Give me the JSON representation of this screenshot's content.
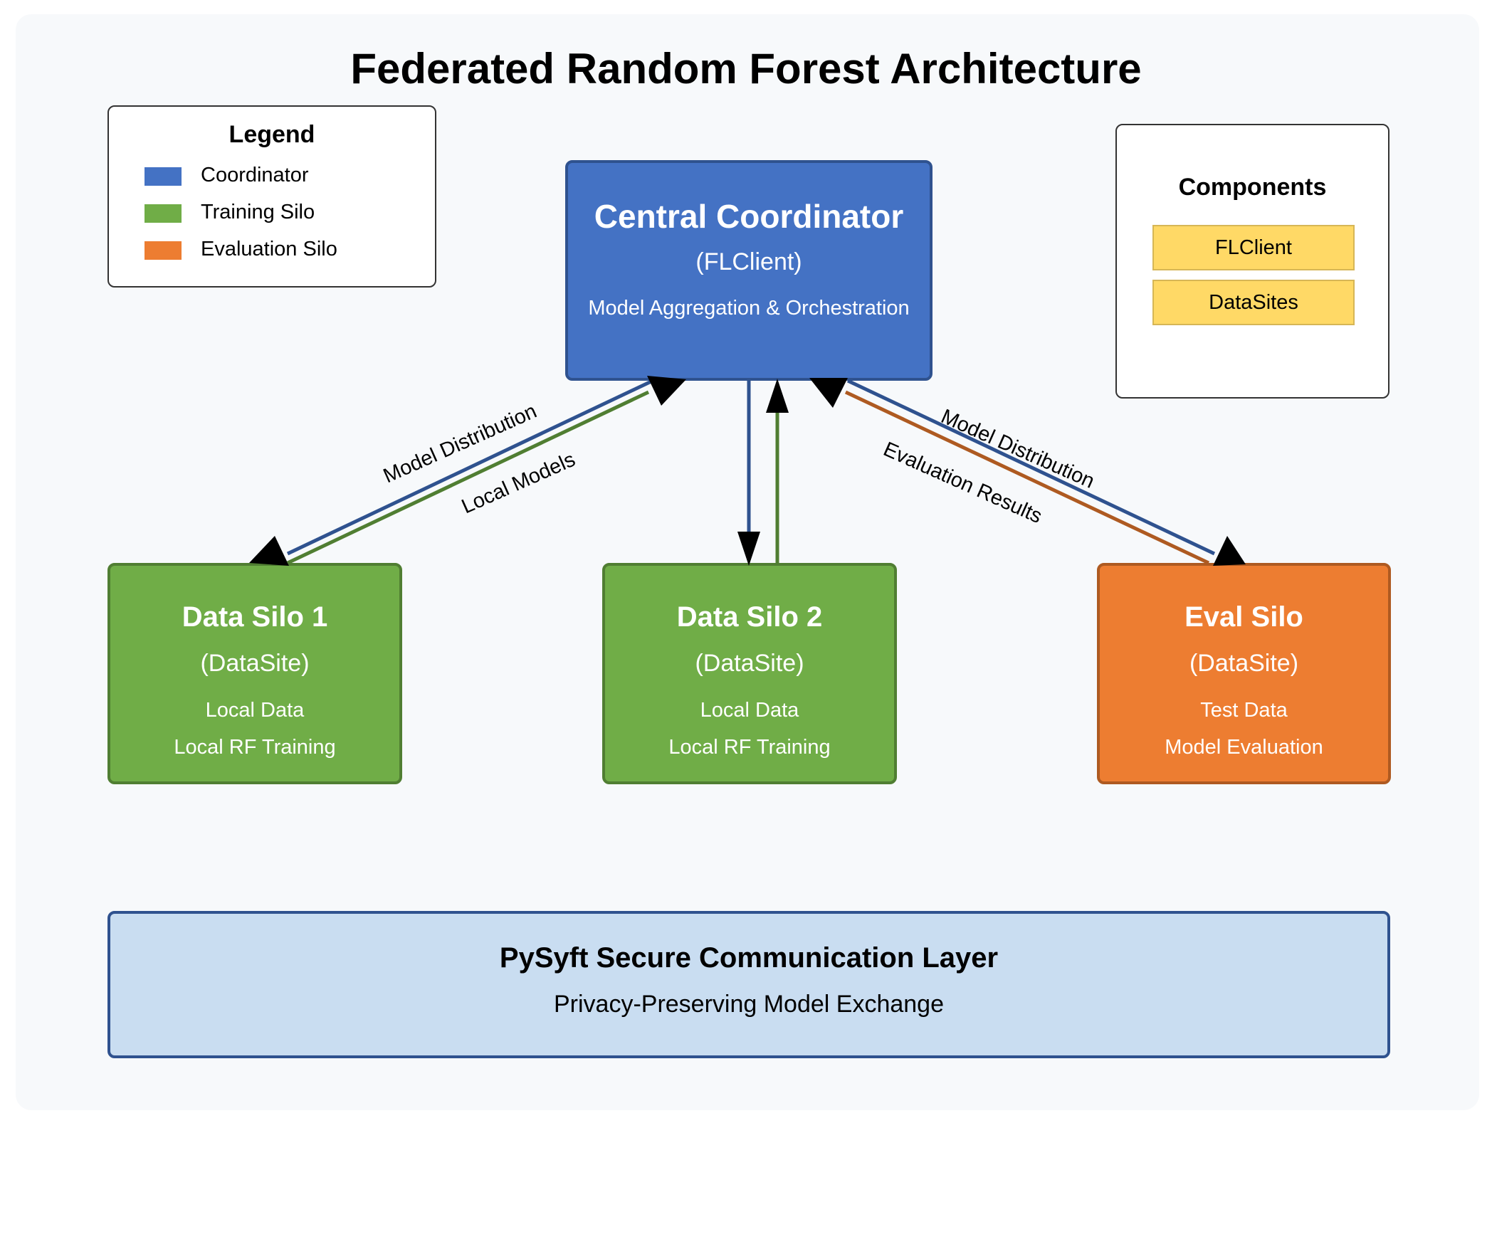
{
  "title": "Federated Random Forest Architecture",
  "legend": {
    "title": "Legend",
    "items": [
      {
        "label": "Coordinator",
        "color": "#4472c4"
      },
      {
        "label": "Training Silo",
        "color": "#70ad47"
      },
      {
        "label": "Evaluation Silo",
        "color": "#ed7d31"
      }
    ]
  },
  "components": {
    "title": "Components",
    "items": [
      "FLClient",
      "DataSites"
    ]
  },
  "coordinator": {
    "title": "Central Coordinator",
    "type": "(FLClient)",
    "desc": "Model Aggregation & Orchestration"
  },
  "silos": [
    {
      "title": "Data Silo 1",
      "type": "(DataSite)",
      "line1": "Local Data",
      "line2": "Local RF Training"
    },
    {
      "title": "Data Silo 2",
      "type": "(DataSite)",
      "line1": "Local Data",
      "line2": "Local RF Training"
    }
  ],
  "eval_silo": {
    "title": "Eval Silo",
    "type": "(DataSite)",
    "line1": "Test Data",
    "line2": "Model Evaluation"
  },
  "edges": {
    "model_distribution_left": "Model Distribution",
    "local_models": "Local Models",
    "model_distribution_right": "Model Distribution",
    "evaluation_results": "Evaluation Results"
  },
  "layer": {
    "title": "PySyft Secure Communication Layer",
    "subtitle": "Privacy-Preserving Model Exchange"
  },
  "colors": {
    "coordinator": "#4472c4",
    "training": "#70ad47",
    "evaluation": "#ed7d31",
    "component": "#ffd966",
    "layer": "#c9ddf1",
    "edge_blue": "#2f528f",
    "edge_green": "#507e32",
    "edge_orange": "#ae5a21"
  }
}
